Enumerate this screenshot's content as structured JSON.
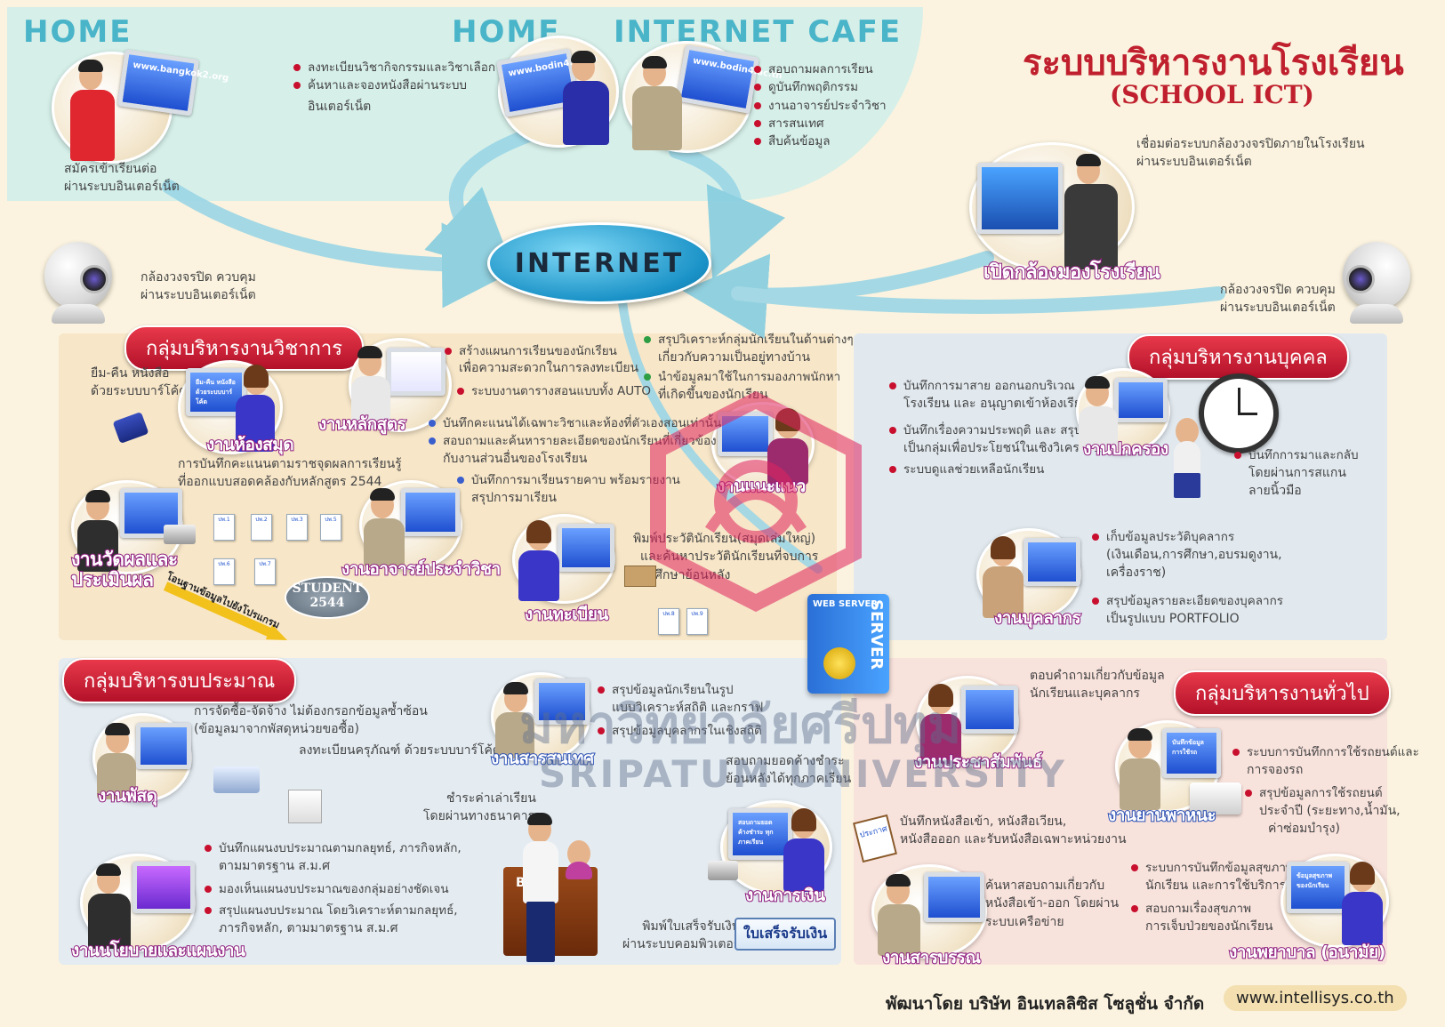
{
  "header": {
    "home_left": "HOME",
    "home_center": "HOME",
    "internet_cafe": "INTERNET CAFE",
    "title": "ระบบบริหารงานโรงเรียน",
    "subtitle": "(SCHOOL ICT)"
  },
  "top": {
    "home_left_screen": "www.bangkok2.org",
    "home_left_caption": [
      "สมัครเข้าเรียนต่อ",
      "ผ่านระบบอินเตอร์เน็ต"
    ],
    "home_center_screen": "www.bodin4.ac.th",
    "home_center_bullets": [
      "ลงทะเบียนวิชากิจกรรมและวิชาเลือก",
      "ค้นหาและจองหนังสือผ่านระบบ",
      "อินเตอร์เน็ต"
    ],
    "cafe_screen": "www.bodin4.ac.th",
    "cafe_bullets": [
      "สอบถามผลการเรียน",
      "ดูบันทึกพฤติกรรม",
      "งานอาจารย์ประจำวิชา",
      "สารสนเทศ",
      "สืบค้นข้อมูล"
    ],
    "cctv_right_caption": [
      "เชื่อมต่อระบบกล้องวงจรปิดภายในโรงเรียน",
      "ผ่านระบบอินเตอร์เน็ต"
    ],
    "open_camera_label": "เปิดกล้องมองโรงเรียน",
    "internet": "INTERNET",
    "cam_left_caption": [
      "กล้องวงจรปิด ควบคุม",
      "ผ่านระบบอินเตอร์เน็ต"
    ],
    "cam_right_caption": [
      "กล้องวงจรปิด ควบคุม",
      "ผ่านระบบอินเตอร์เน็ต"
    ]
  },
  "academic": {
    "title": "กลุ่มบริหารงานวิชาการ",
    "library_caption": [
      "ยืม-คืน หนังสือ",
      "ด้วยระบบบาร์โค้ด"
    ],
    "library_screen": "ยืม-คืน หนังสือ ด้วยระบบบาร์โค้ด",
    "library_label": "งานห้องสมุด",
    "curriculum_bullets": [
      "สร้างแผนการเรียนของนักเรียน",
      "เพื่อความสะดวกในการลงทะเบียน"
    ],
    "curriculum_bullet2": "ระบบงานตารางสอนแบบทั้ง AUTO",
    "curriculum_label": "งานหลักสูตร",
    "guidance_bullets": [
      "สรุปวิเคราะห์กลุ่มนักเรียนในด้านต่างๆ",
      "เกี่ยวกับความเป็นอยู่ทางบ้าน"
    ],
    "guidance_bullets2": [
      "นำข้อมูลมาใช้ในการมองภาพนักหา",
      "ที่เกิดขึ้นของนักเรียน"
    ],
    "guidance_label": "งานแนะแนว",
    "eval_caption": [
      "การบันทึกคะแนนตามราชจุดผลการเรียนรู้",
      "ที่ออกแบบสอดคล้องกับหลักสูตร 2544"
    ],
    "eval_label": [
      "งานวัดผลและ",
      "ประเมินผล"
    ],
    "transfer_label": "โอนฐานข้อมูลไปยังโปรแกรม",
    "student_badge": [
      "STUDENT",
      "2544"
    ],
    "teacher_bullets": [
      "บันทึกคะแนนได้เฉพาะวิชาและห้องที่ตัวเองสอนเท่านั้น",
      "สอบถามและค้นหารายละเอียดของนักเรียนที่เกี่ยวข้อง",
      "กับงานส่วนอื่นของโรงเรียน"
    ],
    "teacher_bullet3": [
      "บันทึกการมาเรียนรายคาบ พร้อมรายงาน",
      "สรุปการมาเรียน"
    ],
    "teacher_label": "งานอาจารย์ประจำวิชา",
    "registrar_caption": [
      "พิมพ์ประวัตินักเรียน(สมุดเล่มใหญ่)",
      "และค้นหาประวัตินักเรียนที่จบการ",
      "ศึกษาย้อนหลัง"
    ],
    "registrar_label": "งานทะเบียน",
    "docs": [
      "ปพ.1",
      "ปพ.2",
      "ปพ.3",
      "ปพ.5",
      "ปพ.6",
      "ปพ.7",
      "ปพ.8",
      "ปพ.9"
    ]
  },
  "personnel": {
    "title": "กลุ่มบริหารงานบุคคล",
    "gov_bullets": [
      "บันทึกการมาสาย ออกนอกบริเวณ",
      "โรงเรียน และ อนุญาตเข้าห้องเรียน"
    ],
    "gov_bullets2": [
      "บันทึกเรื่องความประพฤติ และ สรุปผล",
      "เป็นกลุ่มเพื่อประโยชน์ในเชิงวิเคราะห์"
    ],
    "gov_bullet3": "ระบบดูแลช่วยเหลือนักเรียน",
    "gov_label": "งานปกครอง",
    "clock_caption": [
      "บันทึกการมาและกลับ",
      "โดยผ่านการสแกน",
      "ลายนิ้วมือ"
    ],
    "hr_bullets": [
      "เก็บข้อมูลประวัติบุคลากร",
      "(เงินเดือน,การศึกษา,อบรมดูงาน,",
      "เครื่องราช)"
    ],
    "hr_bullets2": [
      "สรุปข้อมูลรายละเอียดของบุคลากร",
      "เป็นรูปแบบ PORTFOLIO"
    ],
    "hr_label": "งานบุคลากร",
    "server_label": "SERVER",
    "web_server_label": "WEB SERVER"
  },
  "budget": {
    "title": "กลุ่มบริหารงบประมาณ",
    "supply_caption": [
      "การจัดซื้อ-จัดจ้าง ไม่ต้องกรอกข้อมูลซ้ำซ้อน",
      "(ข้อมูลมาจากพัสดุหน่วยขอซื้อ)"
    ],
    "supply_caption2": "ลงทะเบียนครุภัณฑ์ ด้วยระบบบาร์โค้ด",
    "supply_label": "งานพัสดุ",
    "info_bullets": [
      "สรุปข้อมูลนักเรียนในรูป",
      "แบบวิเคราะห์สถิติ และกราฟ"
    ],
    "info_bullet2": "สรุปข้อมูลบุคลากรในเชิงสถิติ",
    "info_label": "งานสารสนเทศ",
    "bank_caption": [
      "ชำระค่าเล่าเรียน",
      "โดยผ่านทางธนาคาร"
    ],
    "bank_label": "BANK",
    "finance_caption": [
      "สอบถามยอดค้างชำระ",
      "ย้อนหลังได้ทุกภาคเรียน"
    ],
    "finance_screen": "สอบถามยอดค้างชำระ ทุกภาคเรียน",
    "finance_label": "งานการเงิน",
    "receipt_caption": [
      "พิมพ์ใบเสร็จรับเงิน",
      "ผ่านระบบคอมพิวเตอร์"
    ],
    "receipt_label": "ใบเสร็จรับเงิน",
    "policy_bullets": [
      "บันทึกแผนงบประมาณตามกลยุทธ์, ภารกิจหลัก,",
      "ตามมาตรฐาน ส.ม.ศ"
    ],
    "policy_bullet2": "มองเห็นแผนงบประมาณของกลุ่มอย่างชัดเจน",
    "policy_bullet3": [
      "สรุปแผนงบประมาณ โดยวิเคราะห์ตามกลยุทธ์,",
      "ภารกิจหลัก, ตามมาตรฐาน ส.ม.ศ"
    ],
    "policy_label": "งานนโยบายและแผนงาน"
  },
  "general": {
    "title": "กลุ่มบริหารงานทั่วไป",
    "qa_caption": [
      "ตอบคำถามเกี่ยวกับข้อมูล",
      "นักเรียนและบุคลากร"
    ],
    "qa_label": "งานประชาสัมพันธ์",
    "vehicle_screen": "บันทึกข้อมูล การใช้รถ",
    "vehicle_bullets": [
      "ระบบการบันทึกการใช้รถยนต์และ",
      "การจองรถ"
    ],
    "vehicle_bullets2": [
      "สรุปข้อมูลการใช้รถยนต์",
      "ประจำปี (ระยะทาง,น้ำมัน,",
      "ค่าซ่อมบำรุง)"
    ],
    "vehicle_label": "งานยานพาหนะ",
    "letter_caption": [
      "บันทึกหนังสือเข้า, หนังสือเวียน,",
      "หนังสือออก และรับหนังสือเฉพาะหน่วยงาน"
    ],
    "letter_caption2": [
      "ค้นหาสอบถามเกี่ยวกับ",
      "หนังสือเข้า-ออก โดยผ่าน",
      "ระบบเครือข่าย"
    ],
    "letter_label": "งานสารบรรณ",
    "letter_doc": "ประกาศ",
    "health_bullets": [
      "ระบบการบันทึกข้อมูลสุขภาพ",
      "นักเรียน และการใช้บริการ"
    ],
    "health_bullets2": [
      "สอบถามเรื่องสุขภาพ",
      "การเจ็บป่วยของนักเรียน"
    ],
    "health_screen": "ข้อมูลสุขภาพ ของนักเรียน",
    "health_label": "งานพยาบาล (อนามัย)"
  },
  "footer": {
    "developer": "พัฒนาโดย บริษัท อินเทลลิซิส โซลูชั่น จำกัด",
    "url": "www.intellisys.co.th"
  },
  "watermark": {
    "thai": "มหาวิทยาลัยศรีปทุม",
    "english": "SRIPATUM UNIVERSITY"
  }
}
